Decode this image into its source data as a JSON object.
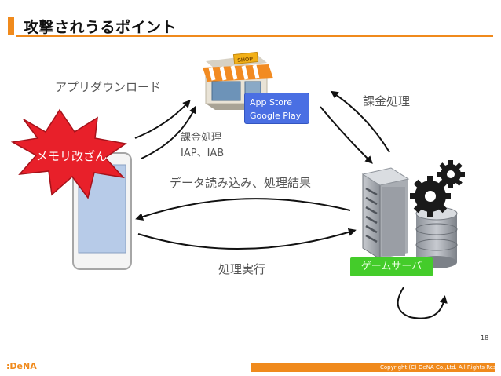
{
  "slide": {
    "title": "攻撃されうるポイント",
    "page_number": "18",
    "footer_logo": ":DeNA",
    "footer_copyright": "Copyright (C) DeNA Co.,Ltd. All Rights Reserved."
  },
  "nodes": {
    "store": {
      "label": "App Store\nGoogle Play",
      "line1": "App Store",
      "line2": "Google Play",
      "sign": "SHOP"
    },
    "client": {
      "attack_label": "メモリ改ざん"
    },
    "server": {
      "label": "ゲームサーバ"
    }
  },
  "edges": {
    "app_download": "アプリダウンロード",
    "client_billing": "課金処理",
    "client_billing_sub": "IAP、IAB",
    "server_billing": "課金処理",
    "data_load": "データ読み込み、処理結果",
    "process_exec": "処理実行"
  },
  "colors": {
    "accent": "#f08a1c",
    "store_box": "#4a6fe3",
    "server_box": "#44cc2a",
    "attack_burst": "#e8202a"
  }
}
